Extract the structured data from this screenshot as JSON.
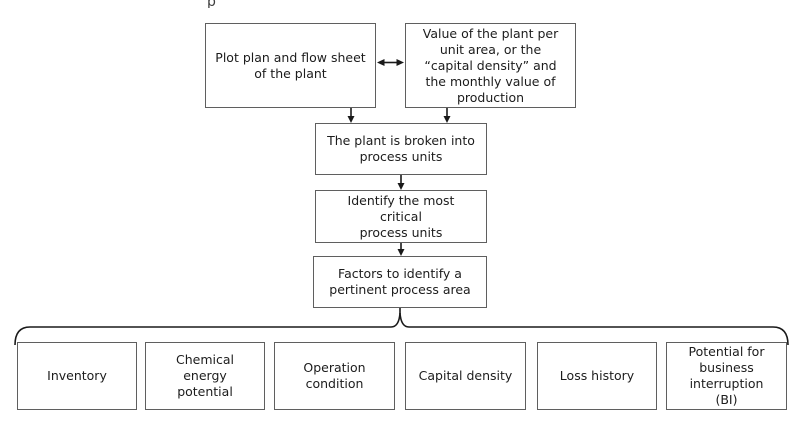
{
  "colors": {
    "background": "#ffffff",
    "box_border": "#5f5f5f",
    "line": "#1a1a1a",
    "text": "#1c1c1c"
  },
  "artifact": {
    "clipped_text": "p"
  },
  "diagram": {
    "top_left_box": {
      "label": "Plot plan and flow sheet\nof the plant"
    },
    "top_right_box": {
      "label": "Value of the plant per\nunit area, or the\n“capital density” and\nthe monthly value of\nproduction"
    },
    "step_boxes": [
      {
        "label": "The plant is broken into\nprocess units"
      },
      {
        "label": "Identify the most\ncritical\nprocess units"
      },
      {
        "label": "Factors to identify a\npertinent process area"
      }
    ],
    "factor_boxes": [
      {
        "label": "Inventory"
      },
      {
        "label": "Chemical\nenergy\npotential"
      },
      {
        "label": "Operation\ncondition"
      },
      {
        "label": "Capital density"
      },
      {
        "label": "Loss history"
      },
      {
        "label": "Potential for\nbusiness\ninterruption\n(BI)"
      }
    ]
  }
}
